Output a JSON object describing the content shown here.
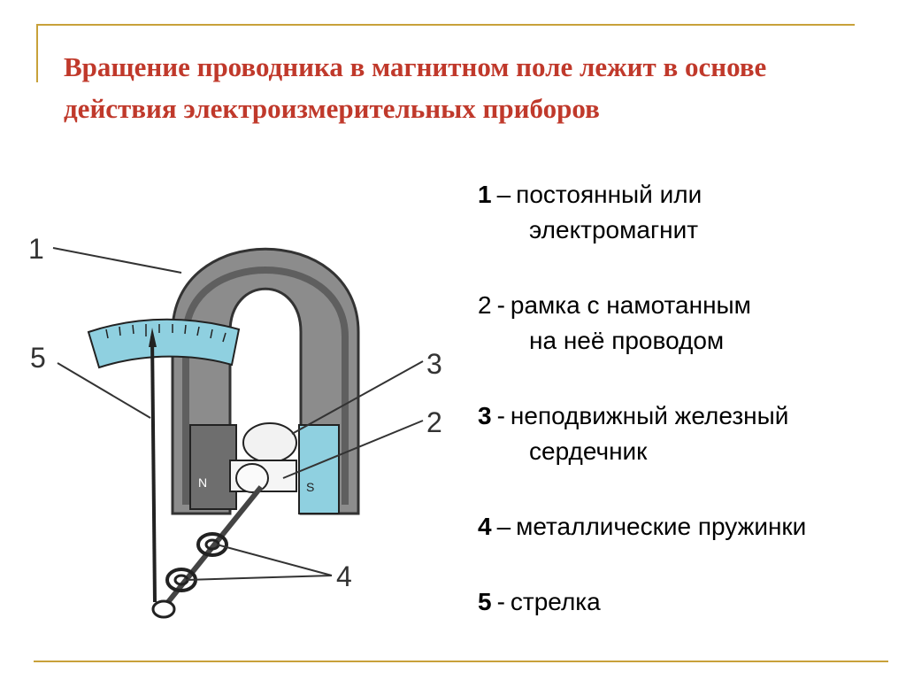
{
  "title": "Вращение проводника в магнитном поле лежит в основе действия электроизмерительных приборов",
  "legend": [
    {
      "num": "1",
      "sep": "–",
      "line1": "постоянный или",
      "line2": "электромагнит"
    },
    {
      "num": "2",
      "sep": "-",
      "line1": "рамка с намотанным",
      "line2": "на неё проводом"
    },
    {
      "num": "3",
      "sep": "-",
      "line1": "неподвижный железный",
      "line2": "сердечник"
    },
    {
      "num": "4",
      "sep": "–",
      "line1": "металлические пружинки",
      "line2": ""
    },
    {
      "num": "5",
      "sep": "-",
      "line1": "стрелка",
      "line2": ""
    }
  ],
  "diagram": {
    "labels": [
      "1",
      "5",
      "3",
      "2",
      "4"
    ],
    "pole_n": "N",
    "pole_s": "S"
  },
  "colors": {
    "title": "#c0392b",
    "rule": "#c8a13a",
    "magnet_gray": "#8a8a8a",
    "scale_blue": "#8fd0e0"
  }
}
